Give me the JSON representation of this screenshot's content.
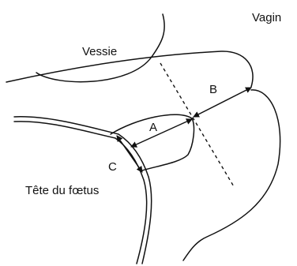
{
  "labels": {
    "vagin": "Vagin",
    "vessie": "Vessie",
    "a": "A",
    "b": "B",
    "c": "C",
    "tete": "Tête du fœtus"
  },
  "colors": {
    "ink": "#111111",
    "background": "#ffffff"
  }
}
